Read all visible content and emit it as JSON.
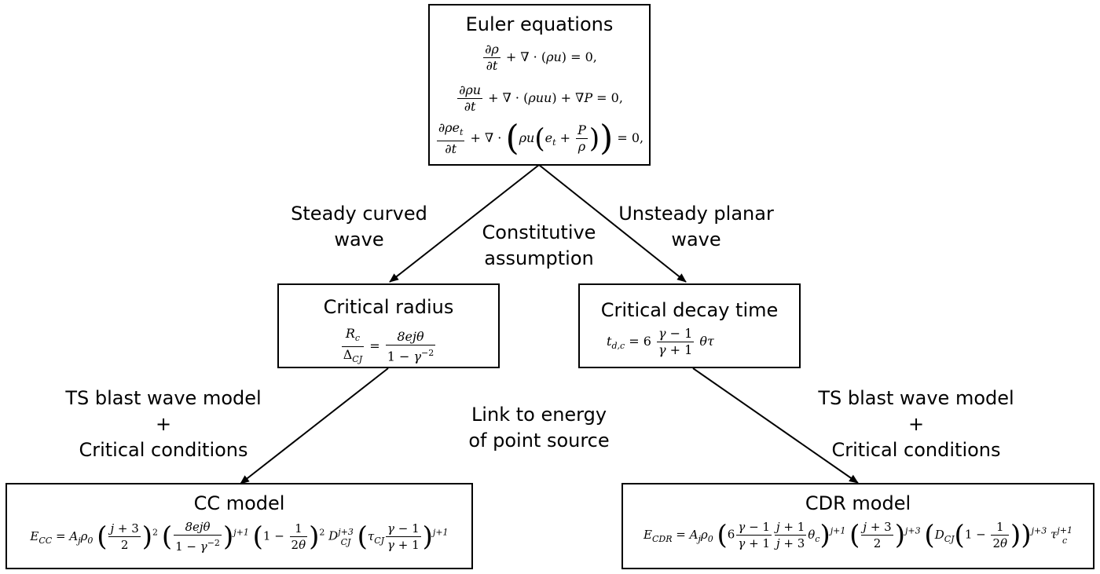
{
  "boxes": {
    "euler": {
      "title": "Euler equations",
      "eq1": "∂ρ/∂t + ∇ · (ρu) = 0,",
      "eq2": "∂ρu/∂t + ∇ · (ρuu) + ∇P = 0,",
      "eq3": "∂ρe_t/∂t + ∇ · (ρu (e_t + P/ρ)) = 0,"
    },
    "critical_radius": {
      "title": "Critical radius",
      "eq": "R_c/Δ_CJ = 8ejθ/(1 − γ^−2)"
    },
    "critical_decay": {
      "title": "Critical decay time",
      "eq": "t_d,c = 6 (γ − 1)/(γ + 1) θτ"
    },
    "cc_model": {
      "title": "CC model",
      "eq": "E_CC = A_j ρ_0 ((j+3)/2)^2 (8ejθ/(1−γ^−2))^(j+1) (1 − 1/2θ)^2 D_CJ^(j+3) (τ_CJ (γ−1)/(γ+1))^(j+1)"
    },
    "cdr_model": {
      "title": "CDR model",
      "eq": "E_CDR = A_j ρ_0 (6 (γ−1)/(γ+1) (j+1)/(j+3) θ_c)^(j+1) ((j+3)/2)^(j+3) (D_CJ (1 − 1/2θ))^(j+3) τ_c^(j+1)"
    }
  },
  "labels": {
    "steady": [
      "Steady curved",
      "wave"
    ],
    "constitutive": [
      "Constitutive",
      "assumption"
    ],
    "unsteady": [
      "Unsteady planar",
      "wave"
    ],
    "ts_left": [
      "TS blast wave model",
      "+",
      "Critical conditions"
    ],
    "link": [
      "Link to energy",
      "of point source"
    ],
    "ts_right": [
      "TS blast wave model",
      "+",
      "Critical conditions"
    ]
  }
}
